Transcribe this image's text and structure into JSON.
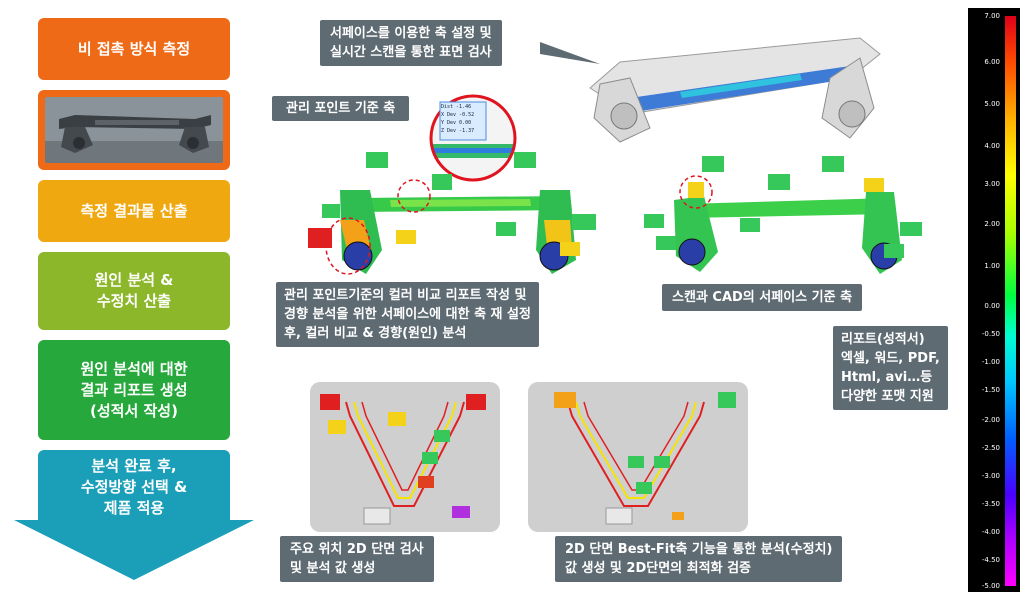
{
  "flow": {
    "step1": "비 접촉 방식 측정",
    "step3": "측정 결과물 산출",
    "step4": [
      "원인 분석 &",
      "수정치 산출"
    ],
    "step5": [
      "원인 분석에 대한",
      "결과 리포트 생성",
      "(성적서 작성)"
    ],
    "step6": [
      "분석 완료 후,",
      "수정방향 선택 &",
      "제품 적용"
    ]
  },
  "callouts": {
    "surface": [
      "서페이스를 이용한 축 설정 및",
      "실시간 스캔을 통한 표면 검사"
    ],
    "reference": "관리 포인트 기준 축",
    "color_report": [
      "관리 포인트기준의 컬러 비교 리포트 작성 및",
      "경향 분석을 위한 서페이스에 대한 축 재 설정",
      "후, 컬러 비교 & 경향(원인) 분석"
    ],
    "scan_cad": "스캔과 CAD의 서페이스 기준 축",
    "report_formats": [
      "리포트(성적서)",
      "엑셀, 워드, PDF,",
      "Html, avi…등",
      "다양한 포맷 지원"
    ],
    "section_2d": [
      "주요 위치 2D 단면 검사",
      "및 분석 값 생성"
    ],
    "bestfit": [
      "2D 단면 Best-Fit축 기능을 통한 분석(수정치)",
      "값 생성 및 2D단면의 최적화 검증"
    ]
  },
  "zoom_labels": [
    "Dist  -1.46",
    "X Dev  -0.52",
    "Y Dev  0.00",
    "Z Dev  -1.37"
  ],
  "scale_ticks": [
    "7.00",
    "6.00",
    "5.00",
    "4.00",
    "3.00",
    "2.00",
    "1.00",
    "0.00",
    "-0.50",
    "-1.00",
    "-1.50",
    "-2.00",
    "-2.50",
    "-3.00",
    "-3.50",
    "-4.00",
    "-4.50",
    "-5.00"
  ],
  "colors": {
    "orange": "#ef6a17",
    "amber": "#f0a810",
    "lime": "#8db72a",
    "green": "#27a83c",
    "teal": "#1b9fb9",
    "callout": "#5e6b73"
  }
}
